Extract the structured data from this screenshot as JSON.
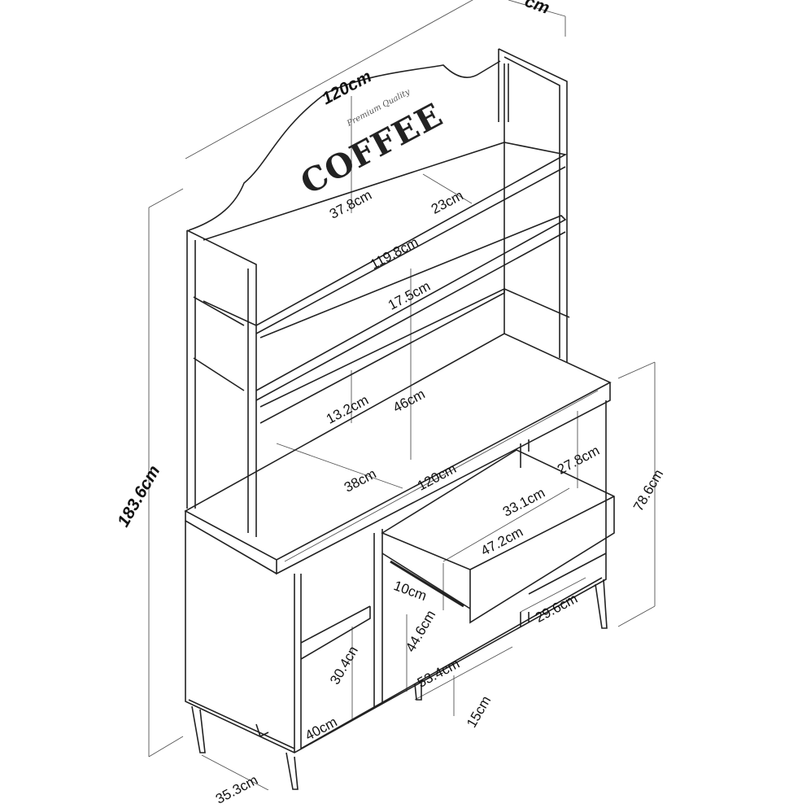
{
  "logo": {
    "brand": "COFFEE",
    "tagline": "Premium Quality"
  },
  "dimensions": {
    "top_width": "120cm",
    "top_depth_partial": "cm",
    "panel_height": "37.8cm",
    "shelf_depth": "23cm",
    "shelf_width": "119.8cm",
    "shelf_gap": "17.5cm",
    "lower_gap": "13.2cm",
    "hutch_opening": "46cm",
    "total_height": "183.6cm",
    "counter_depth": "38cm",
    "counter_width": "120cm",
    "right_opening": "27.8cm",
    "cabinet_height": "78.6cm",
    "drawer_depth": "33.1cm",
    "drawer_width": "47.2cm",
    "drawer_height": "10cm",
    "right_shelf": "29.6cm",
    "middle_height": "44.6cm",
    "left_shelf_height": "30.4cn",
    "middle_width": "53.4cm",
    "leg_height": "15cm",
    "left_depth": "40cm",
    "base_depth": "35.3cm"
  }
}
